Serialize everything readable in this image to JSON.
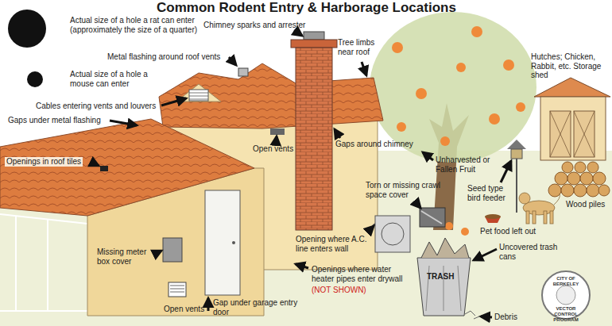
{
  "diagram": {
    "title": "Common Rodent Entry & Harborage Locations",
    "labels": [
      "Chimney sparks and arrester",
      "Metal flashing around roof vents",
      "Tree limbs near roof",
      "Hutches; Chicken, Rabbit, etc. Storage shed",
      "Cables entering vents and louvers",
      "Gaps under metal flashing",
      "Openings in roof tiles",
      "Open vents",
      "Gaps around chimney",
      "Unharvested or Fallen Fruit",
      "Seed type bird feeder",
      "Wood piles",
      "Torn or missing crawl space cover",
      "Pet food left out",
      "Opening where A.C. line enters wall",
      "Uncovered trash cans",
      "Missing meter box cover",
      "Openings where water heater pipes enter drywall",
      "(NOT SHOWN)",
      "Gap under garage entry door",
      "Open vents",
      "Debris",
      "TRASH",
      "CITY OF BERKELEY",
      "VECTOR CONTROL PROGRAM"
    ],
    "legend": [
      {
        "text": "Actual size of a hole a rat can enter (approximately the size of a quarter)"
      },
      {
        "text": "Actual size of a hole a mouse can enter"
      }
    ]
  }
}
